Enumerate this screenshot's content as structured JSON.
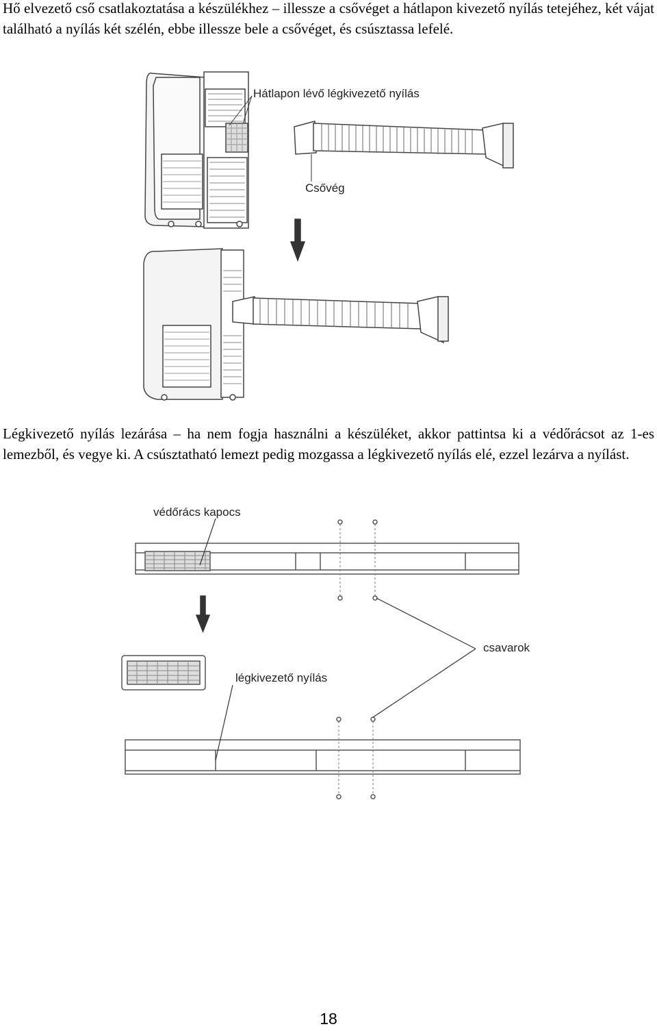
{
  "paragraph1": "Hő elvezető cső csatlakoztatása a készülékhez – illessze a csővéget a hátlapon kivezető nyílás tetejéhez, két vájat található a nyílás két szélén, ebbe illessze bele a csővéget, és csúsztassa lefelé.",
  "figure1": {
    "label_outlet": "Hátlapon lévő légkivezető nyílás",
    "label_hose_end": "Csővég"
  },
  "paragraph2": "Légkivezető nyílás lezárása – ha nem fogja használni a készüléket, akkor pattintsa ki a védőrácsot az 1-es lemezből, és vegye ki. A csúsztatható lemezt pedig mozgassa a légkivezető nyílás elé, ezzel lezárva a nyílást.",
  "figure2": {
    "label_clip": "védőrács kapocs",
    "label_screws": "csavarok",
    "label_outlet": "légkivezető nyílás"
  },
  "page_number": "18"
}
